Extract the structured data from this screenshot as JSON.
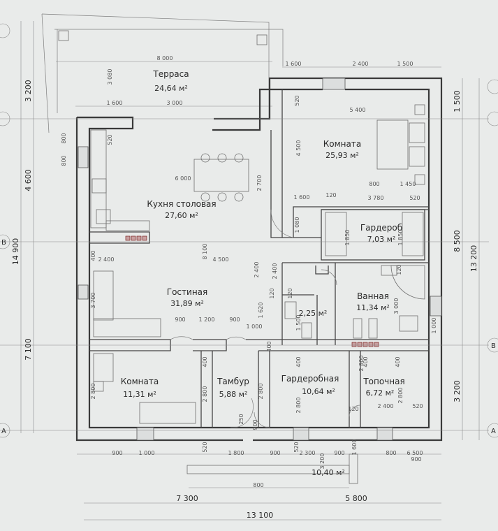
{
  "rooms": [
    {
      "id": "terrace",
      "name": "Терраса",
      "area": "24,64 м²"
    },
    {
      "id": "room-right",
      "name": "Комната",
      "area": "25,93 м²"
    },
    {
      "id": "kitchen",
      "name": "Кухня столовая",
      "area": "27,60 м²"
    },
    {
      "id": "wardrobe-right",
      "name": "Гардероб",
      "area": "7,03 м²"
    },
    {
      "id": "living",
      "name": "Гостиная",
      "area": "31,89 м²"
    },
    {
      "id": "bathroom",
      "name": "Ванная",
      "area": "11,34 м²"
    },
    {
      "id": "wc",
      "name": "",
      "area": "2,25 м²"
    },
    {
      "id": "room-left",
      "name": "Комната",
      "area": "11,31 м²"
    },
    {
      "id": "vestibule",
      "name": "Тамбур",
      "area": "5,88 м²"
    },
    {
      "id": "dressing",
      "name": "Гардеробная",
      "area": "10,64 м²"
    },
    {
      "id": "boiler",
      "name": "Топочная",
      "area": "6,72 м²"
    },
    {
      "id": "porch",
      "name": "",
      "area": "10,40 м²"
    }
  ],
  "dimensions_large": {
    "left_total": "14 900",
    "left_top": "3 200",
    "left_mid": "4 600",
    "left_bottom": "7 100",
    "right_top": "1 500",
    "right_mid": "8 500",
    "right_total": "13 200",
    "right_bottom": "3 200",
    "bottom_left": "7 300",
    "bottom_right": "5 800",
    "bottom_total": "13 100"
  },
  "grid_labels": {
    "b": "В",
    "a": "А"
  },
  "dimensions_small": [
    "8 000",
    "3 080",
    "1 600",
    "3 000",
    "1 600",
    "2 400",
    "1 500",
    "5 400",
    "4 500",
    "520",
    "800",
    "800",
    "6 000",
    "2 700",
    "520",
    "800",
    "1 450",
    "120",
    "1 600",
    "3 780",
    "520",
    "1 080",
    "1 850",
    "1 850",
    "8 100",
    "2 400",
    "2 400",
    "4 500",
    "2 400",
    "120",
    "400",
    "3 700",
    "120",
    "1 620",
    "1 500",
    "3 000",
    "120",
    "900",
    "1 200",
    "900",
    "1 000",
    "400",
    "1 000",
    "900",
    "400",
    "400",
    "400",
    "400",
    "2 800",
    "2 800",
    "2 800",
    "2 800",
    "2 800",
    "2 800",
    "250",
    "900",
    "120",
    "2 400",
    "520",
    "520",
    "520",
    "1 600",
    "900",
    "1 000",
    "1 800",
    "900",
    "2 300",
    "900",
    "800",
    "6 500",
    "800",
    "3 200"
  ]
}
